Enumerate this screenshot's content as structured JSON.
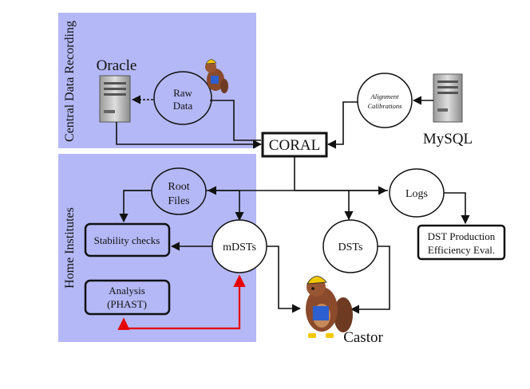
{
  "regions": {
    "central": "Central Data Recording",
    "home": "Home Institutes"
  },
  "nodes": {
    "oracle": "Oracle",
    "raw_data": [
      "Raw",
      "Data"
    ],
    "coral": "CORAL",
    "alignment": [
      "Alignment",
      "Calibrations"
    ],
    "mysql": "MySQL",
    "root_files": [
      "Root",
      "Files"
    ],
    "logs": "Logs",
    "stability": "Stability checks",
    "mdsts": "mDSTs",
    "dsts": "DSTs",
    "dst_eval": [
      "DST Production",
      "Efficiency Eval."
    ],
    "analysis": [
      "Analysis",
      "(PHAST)"
    ],
    "castor": "Castor"
  },
  "colors": {
    "region_fill": "#b4b8f6",
    "line": "#111111",
    "highlight_arrow": "#e60000",
    "server_body": "#c9c9c9"
  },
  "icons": {
    "database_server": "server-tower-icon",
    "castor": "beaver-mascot-icon"
  }
}
